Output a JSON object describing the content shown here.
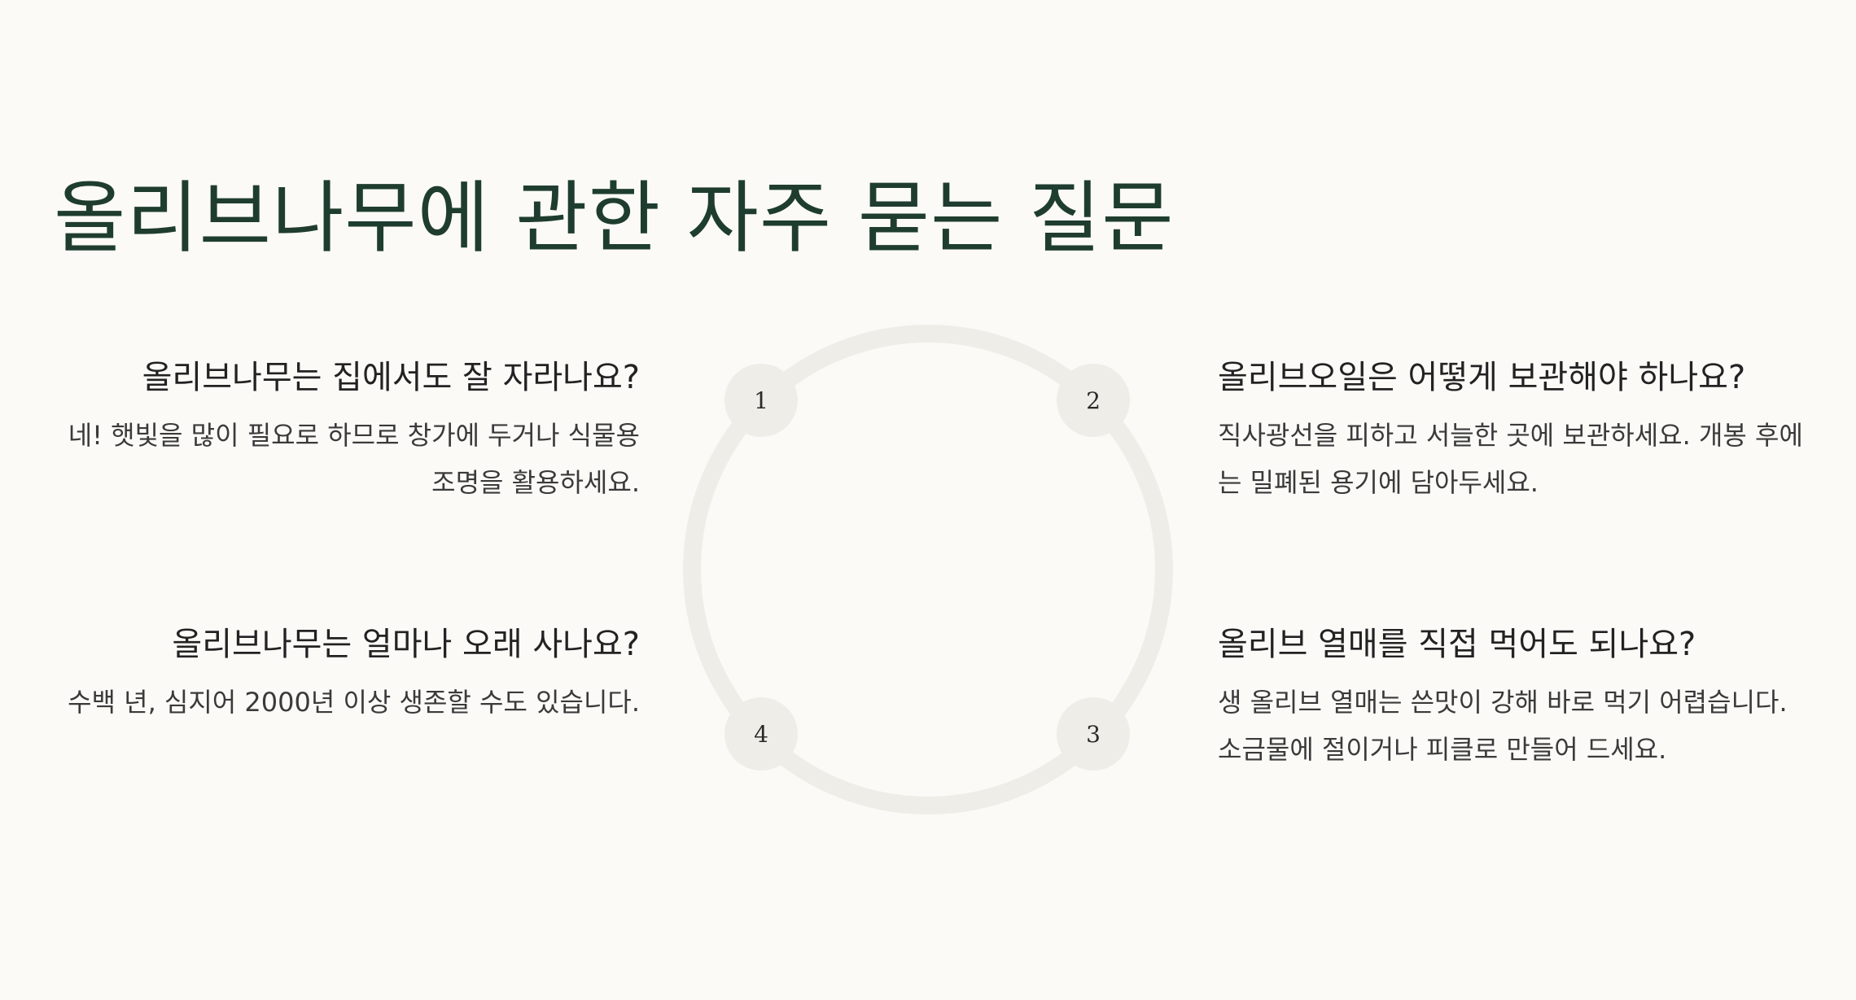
{
  "title": "올리브나무에 관한 자주 묻는 질문",
  "colors": {
    "background": "#fbfaf7",
    "title": "#1f3d2e",
    "ring": "#efede7"
  },
  "faqs": [
    {
      "number": "1",
      "question": "올리브나무는 집에서도 잘 자라나요?",
      "answer": "네! 햇빛을 많이 필요로 하므로 창가에 두거나 식물용 조명을 활용하세요."
    },
    {
      "number": "2",
      "question": "올리브오일은 어떻게 보관해야 하나요?",
      "answer": "직사광선을 피하고 서늘한 곳에 보관하세요. 개봉 후에는 밀폐된 용기에 담아두세요."
    },
    {
      "number": "3",
      "question": "올리브 열매를 직접 먹어도 되나요?",
      "answer": "생 올리브 열매는 쓴맛이 강해 바로 먹기 어렵습니다. 소금물에 절이거나 피클로 만들어 드세요."
    },
    {
      "number": "4",
      "question": "올리브나무는 얼마나 오래 사나요?",
      "answer": "수백 년, 심지어 2000년 이상 생존할 수도 있습니다."
    }
  ]
}
